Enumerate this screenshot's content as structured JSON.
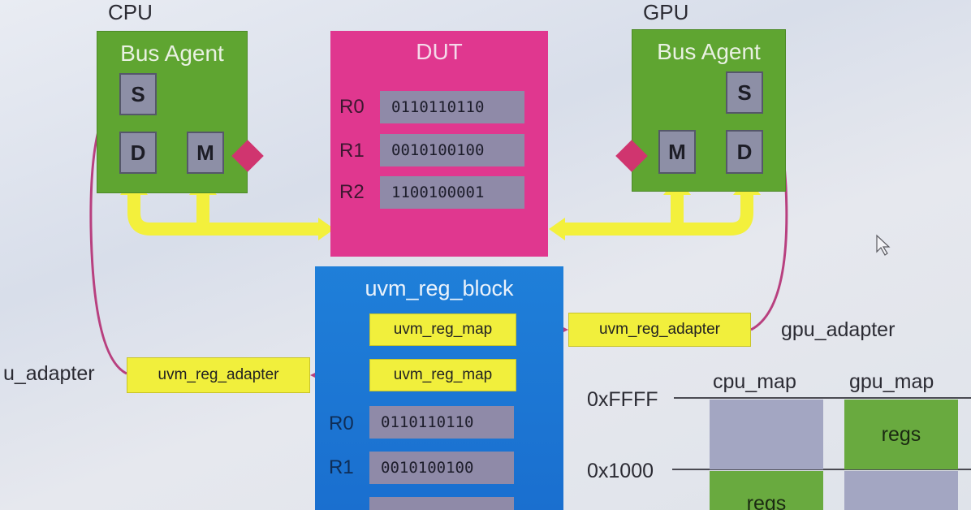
{
  "cpu": {
    "title": "CPU",
    "agent_title": "Bus Agent",
    "s": "S",
    "d": "D",
    "m": "M"
  },
  "gpu": {
    "title": "GPU",
    "agent_title": "Bus Agent",
    "s": "S",
    "d": "D",
    "m": "M"
  },
  "dut": {
    "title": "DUT",
    "registers": [
      {
        "name": "R0",
        "value": "0110110110"
      },
      {
        "name": "R1",
        "value": "0010100100"
      },
      {
        "name": "R2",
        "value": "1100100001"
      }
    ]
  },
  "reg_block": {
    "title": "uvm_reg_block",
    "map_top": "uvm_reg_map",
    "map_bottom": "uvm_reg_map",
    "registers": [
      {
        "name": "R0",
        "value": "0110110110"
      },
      {
        "name": "R1",
        "value": "0010100100"
      }
    ]
  },
  "adapters": {
    "gpu_adapter_box": "uvm_reg_adapter",
    "gpu_adapter_label": "gpu_adapter",
    "cpu_adapter_box": "uvm_reg_adapter",
    "cpu_adapter_label": "u_adapter"
  },
  "address_map": {
    "col_cpu": "cpu_map",
    "col_gpu": "gpu_map",
    "addr_high": "0xFFFF",
    "addr_mid": "0x1000",
    "gpu_upper": "regs",
    "cpu_lower": "regs"
  },
  "colors": {
    "agent_green": "#5fa531",
    "dut_pink": "#e0378f",
    "block_blue": "#1f7fd9",
    "adapter_yellow": "#f1ef3c",
    "arrow_yellow": "#f3f03c",
    "link_magenta": "#b8407f"
  }
}
